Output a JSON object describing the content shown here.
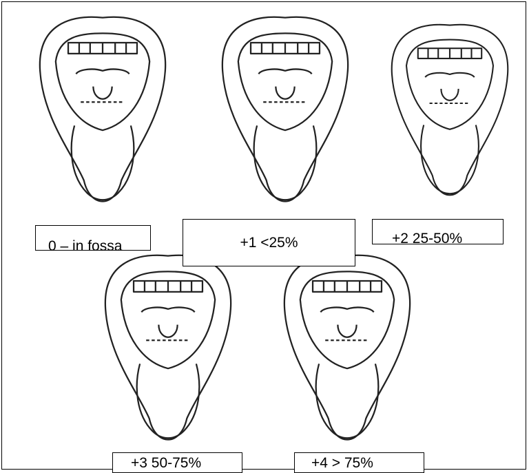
{
  "grades": [
    {
      "label": "0 – in fossa"
    },
    {
      "label": "+1 <25%"
    },
    {
      "label": "+2  25-50%"
    },
    {
      "label": "+3  50-75%"
    },
    {
      "label": "+4  > 75%"
    }
  ]
}
